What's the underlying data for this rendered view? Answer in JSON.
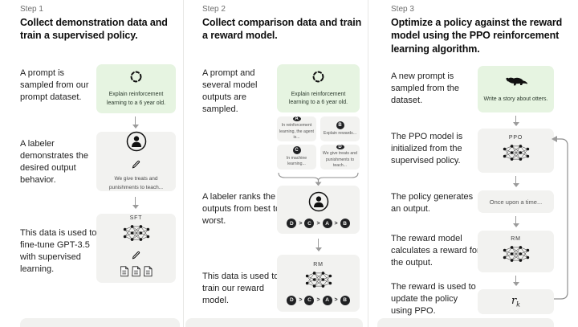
{
  "diagram": {
    "ranking_separator": ">",
    "colors": {
      "green_box": "#e6f4e1",
      "gray_box": "#f2f2f0",
      "badge_dark": "#202123"
    },
    "steps": [
      {
        "label": "Step 1",
        "heading": "Collect demonstration data and train a supervised policy.",
        "captions": [
          "A prompt is sampled from our prompt dataset.",
          "A labeler demonstrates the desired output behavior.",
          "This data is used to fine-tune GPT-3.5 with supervised learning."
        ],
        "prompt_text": "Explain reinforcement learning to a 6 year old.",
        "labeler_text": "We give treats and punishments to teach...",
        "model_label": "SFT"
      },
      {
        "label": "Step 2",
        "heading": "Collect comparison data and train a reward model.",
        "captions": [
          "A prompt and several model outputs are sampled.",
          "A labeler ranks the outputs from best to worst.",
          "This data is used to train our reward model."
        ],
        "prompt_text": "Explain reinforcement learning to a 6 year old.",
        "outputs": [
          {
            "tag": "A",
            "text": "In reinforcement learning, the agent is..."
          },
          {
            "tag": "B",
            "text": "Explain rewards..."
          },
          {
            "tag": "C",
            "text": "In machine learning..."
          },
          {
            "tag": "D",
            "text": "We give treats and punishments to teach..."
          }
        ],
        "ranking": [
          "D",
          "C",
          "A",
          "B"
        ],
        "model_label": "RM"
      },
      {
        "label": "Step 3",
        "heading": "Optimize a policy against the reward model using the PPO reinforcement learning algorithm.",
        "captions": [
          "A new prompt is sampled from the dataset.",
          "The PPO model is initialized from the supervised policy.",
          "The policy generates an output.",
          "The reward model calculates a reward for the output.",
          "The reward is used to update the policy using PPO."
        ],
        "prompt_text": "Write a story about otters.",
        "ppo_label": "PPO",
        "output_text": "Once upon a time...",
        "rm_label": "RM",
        "reward_symbol": "r",
        "reward_subscript": "k"
      }
    ]
  }
}
